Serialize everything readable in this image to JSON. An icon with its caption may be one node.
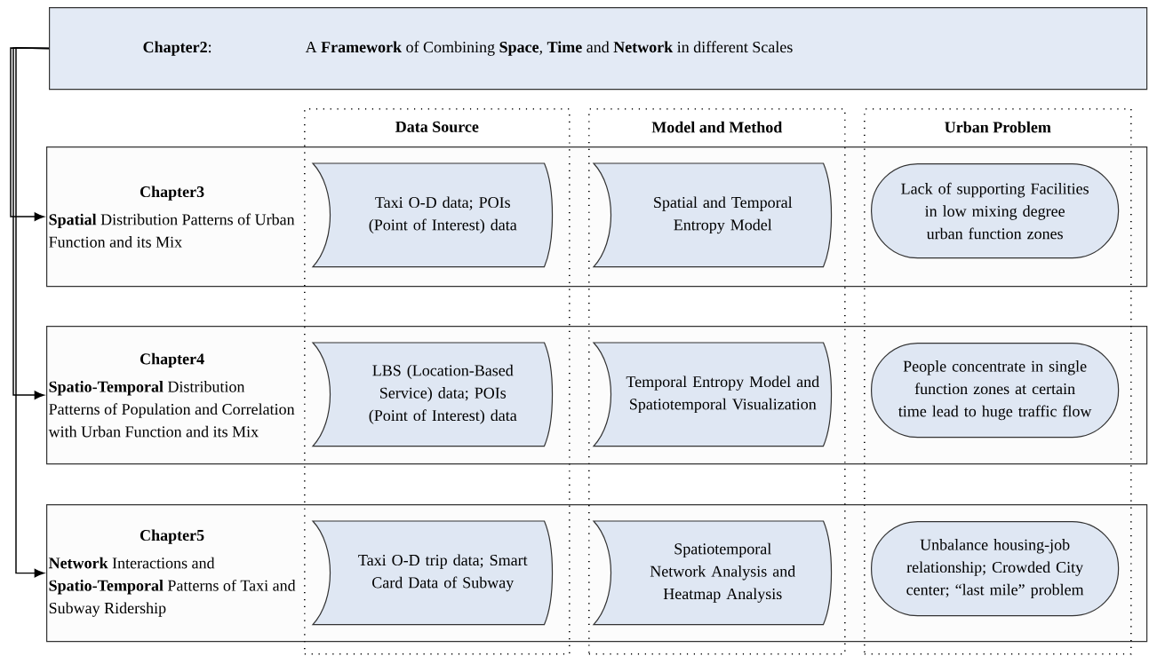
{
  "diagram": {
    "nodes": [
      {
        "text": [
          "**Chapter2**:",
          "A **Framework** of Combining **Space**, **Time** and **Network** in different Scales"
        ]
      },
      {
        "text": [
          "Data Source"
        ]
      },
      {
        "text": [
          "Model and Method"
        ]
      },
      {
        "text": [
          "Urban Problem"
        ]
      },
      {
        "text": [
          "Chapter3",
          "**Spatial** Distribution Patterns of Urban Function and its Mix"
        ]
      },
      {
        "text": [
          "Taxi O-D data; POIs (Point of Interest) data"
        ]
      },
      {
        "text": [
          "Spatial and Temporal Entropy Model"
        ]
      },
      {
        "text": [
          "Lack of supporting Facilities in low mixing degree urban function zones"
        ]
      },
      {
        "text": [
          "Chapter4",
          "**Spatio-Temporal** Distribution Patterns of Population and Correlation with Urban Function and its Mix"
        ]
      },
      {
        "text": [
          "LBS (Location-Based Service) data; POIs (Point of Interest) data"
        ]
      },
      {
        "text": [
          "Temporal Entropy Model and Spatiotemporal Visualization"
        ]
      },
      {
        "text": [
          "People concentrate in single function zones at certain time lead to huge traffic flow"
        ]
      },
      {
        "text": [
          "Chapter5",
          "**Network** Interactions and **Spatio-Temporal** Patterns of Taxi and Subway Ridership"
        ]
      },
      {
        "text": [
          "Taxi O-D trip data; Smart Card Data of Subway"
        ]
      },
      {
        "text": [
          "Spatiotemporal Network Analysis and Heatmap Analysis"
        ]
      },
      {
        "text": [
          "Unbalance housing-job relationship; Crowded City center; “last mile” problem"
        ]
      }
    ],
    "edges": [
      {
        "from": 0,
        "to": 4,
        "arrow": "to"
      },
      {
        "from": 0,
        "to": 8,
        "arrow": "to"
      },
      {
        "from": 0,
        "to": 12,
        "arrow": "to"
      }
    ]
  }
}
